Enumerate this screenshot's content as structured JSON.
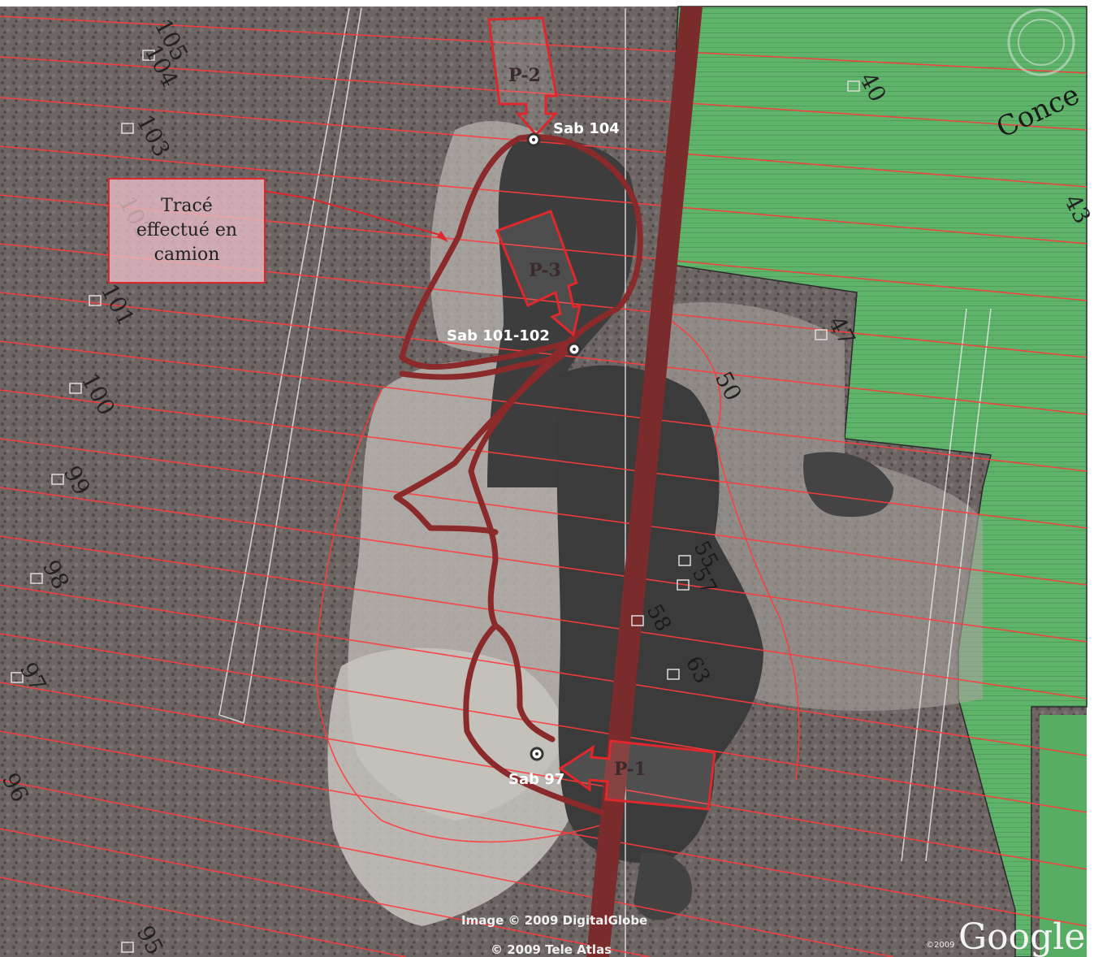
{
  "legend": {
    "text": "Tracé\neffectué en\ncamion"
  },
  "lot_numbers_left": [
    "105",
    "104",
    "103",
    "102",
    "101",
    "100",
    "99",
    "98",
    "97",
    "96",
    "95"
  ],
  "lot_numbers_right": [
    "40",
    "43",
    "47",
    "50",
    "55",
    "57",
    "58",
    "63"
  ],
  "road_label": "Conce",
  "sampling_points": [
    {
      "label": "Sab 104"
    },
    {
      "label": "Sab 101-102"
    },
    {
      "label": "Sab 97"
    }
  ],
  "photo_points": [
    {
      "label": "P-2"
    },
    {
      "label": "P-3"
    },
    {
      "label": "P-1"
    }
  ],
  "credits": {
    "imagery": "Image © 2009 DigitalGlobe",
    "data": "© 2009 Tele Atlas",
    "brand": "Google",
    "brand_year": "©2009"
  },
  "colors": {
    "truck_route": "#7a2a2a",
    "lot_lines": "#ff3b3b",
    "farmland": "#5cb86a",
    "quarry_water": "#3c3c3c"
  }
}
